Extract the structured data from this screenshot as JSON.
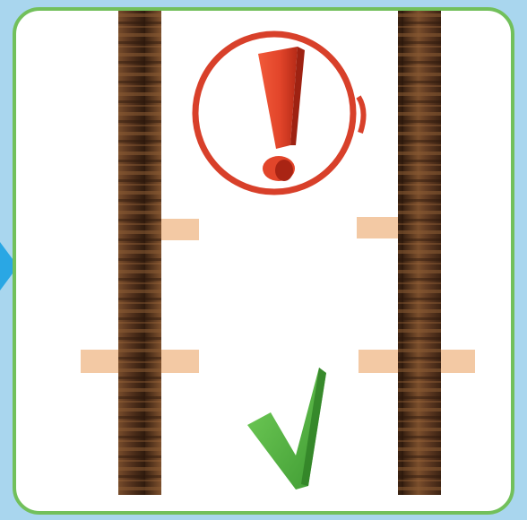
{
  "scene": {
    "frame_color": "#72c05b",
    "background_color": "#ffffff",
    "outer_background_color": "#a9d6ee",
    "pointer_arrow_color": "#2aa7e4",
    "post_color": "#5b3720",
    "rung_color": "#f3c9a4",
    "warning_symbol": {
      "icon": "exclamation-in-circle-icon",
      "color": "#d8402a"
    },
    "correct_symbol": {
      "icon": "checkmark-icon",
      "color": "#4fad3f"
    },
    "upper_rung": {
      "state": "too short, not crossing the posts",
      "status": "wrong"
    },
    "lower_rung": {
      "state": "extends past both posts",
      "status": "correct"
    }
  }
}
